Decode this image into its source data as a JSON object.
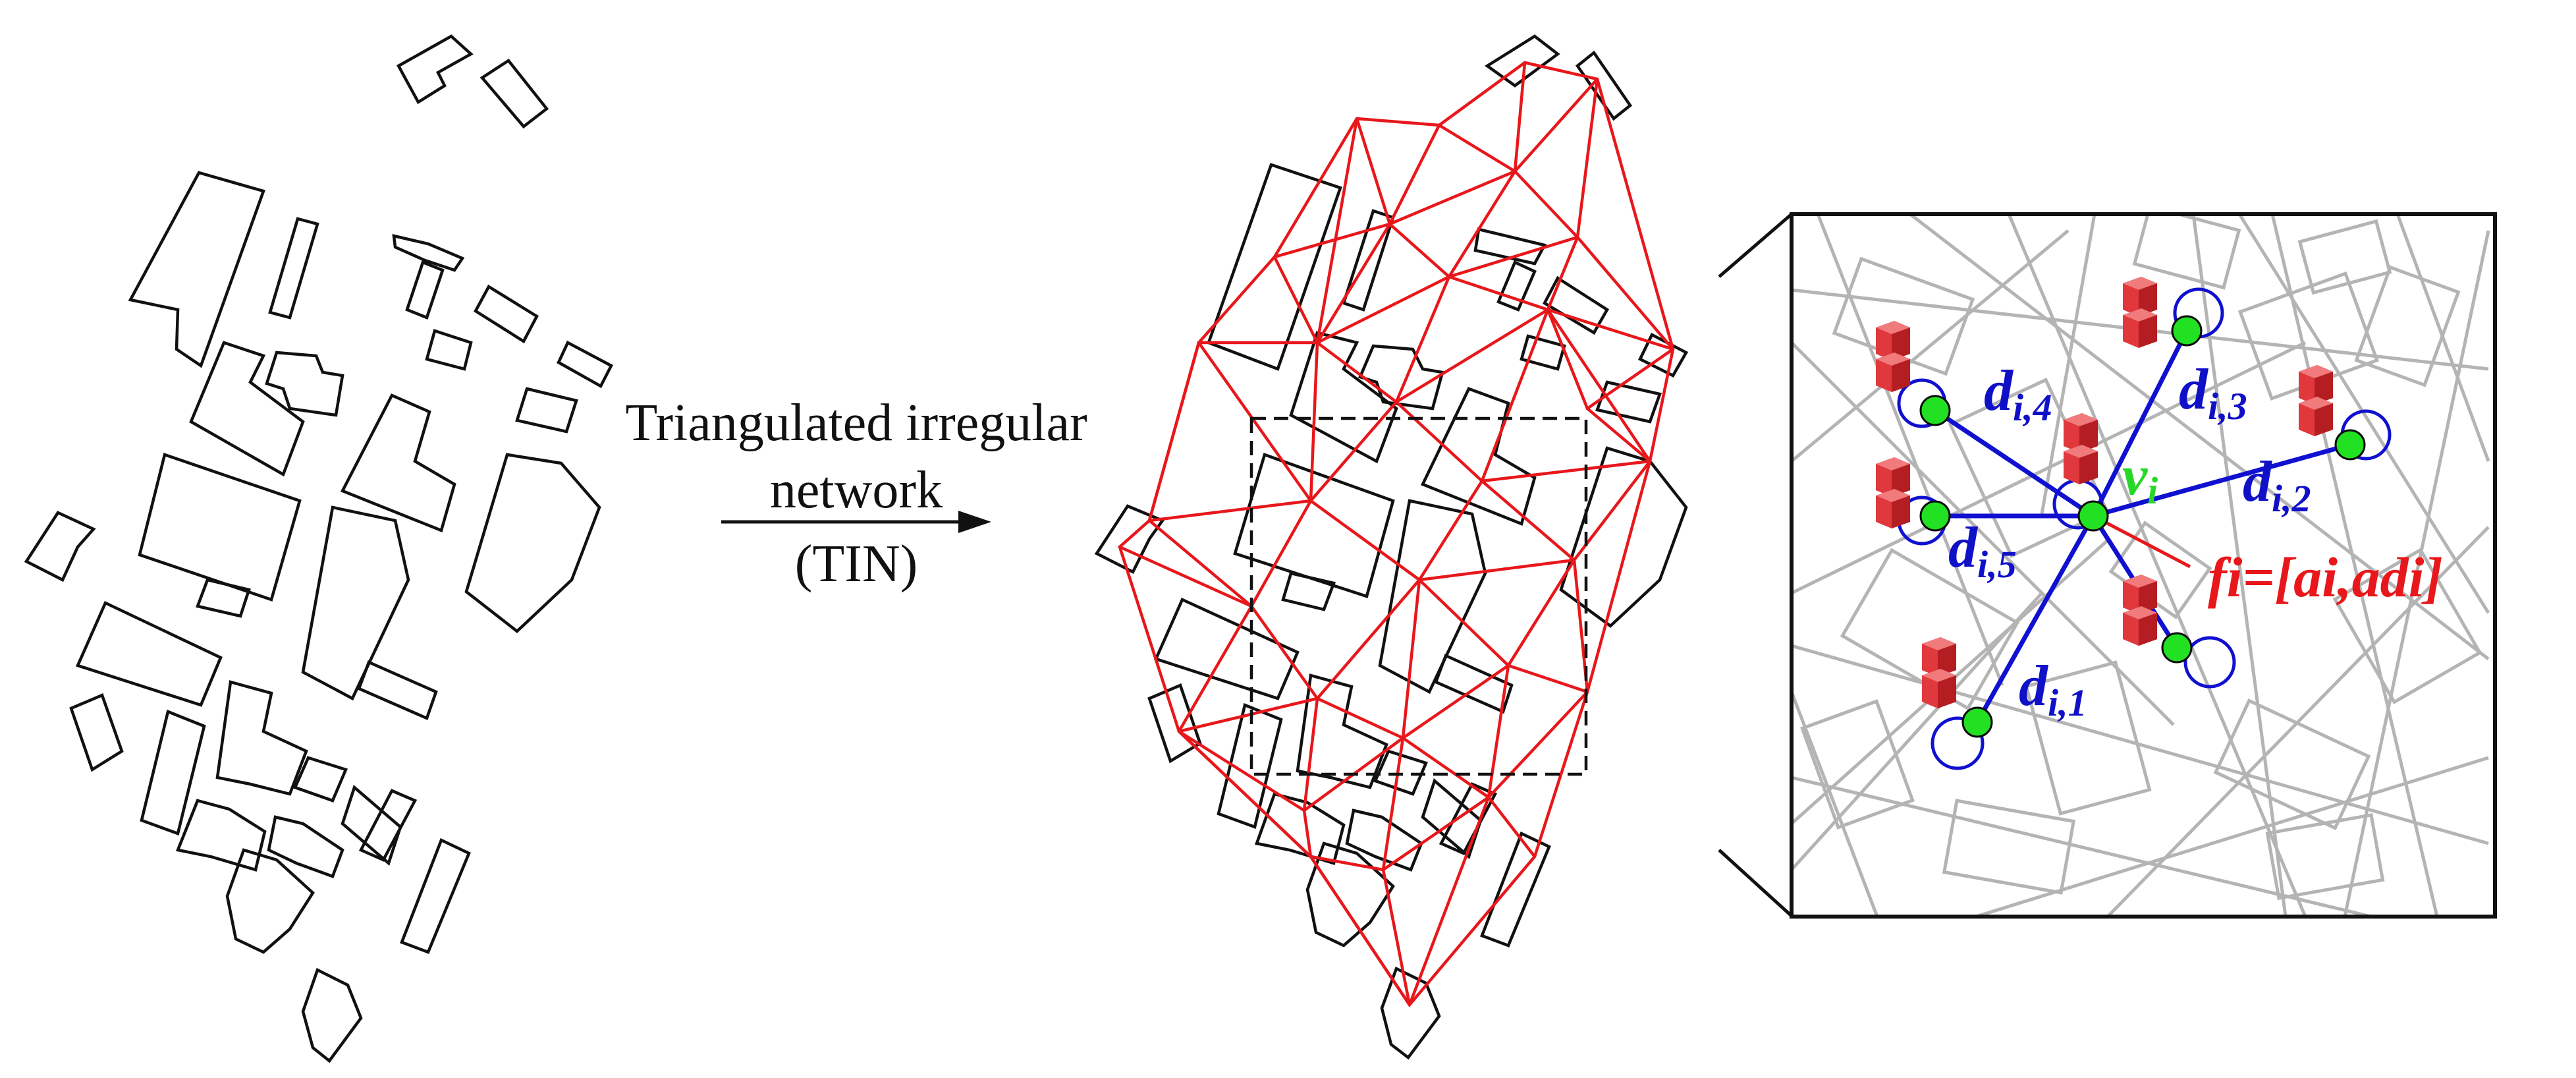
{
  "arrow_caption": {
    "line1": "Triangulated irregular",
    "line2": "network",
    "line3": "(TIN)"
  },
  "node_label": {
    "symbol": "v",
    "subscript": "i"
  },
  "feature_label": {
    "text": "fi=[ai,adi]"
  },
  "edge_labels": [
    {
      "base": "d",
      "sub": "i,1"
    },
    {
      "base": "d",
      "sub": "i,2"
    },
    {
      "base": "d",
      "sub": "i,3"
    },
    {
      "base": "d",
      "sub": "i,4"
    },
    {
      "base": "d",
      "sub": "i,5"
    }
  ],
  "colors": {
    "tin_edges": "#e8171b",
    "graph_edges": "#1010d0",
    "node_fill": "#22e022",
    "feature_cube": "#e0383c",
    "background_network": "#b4b4b4"
  }
}
